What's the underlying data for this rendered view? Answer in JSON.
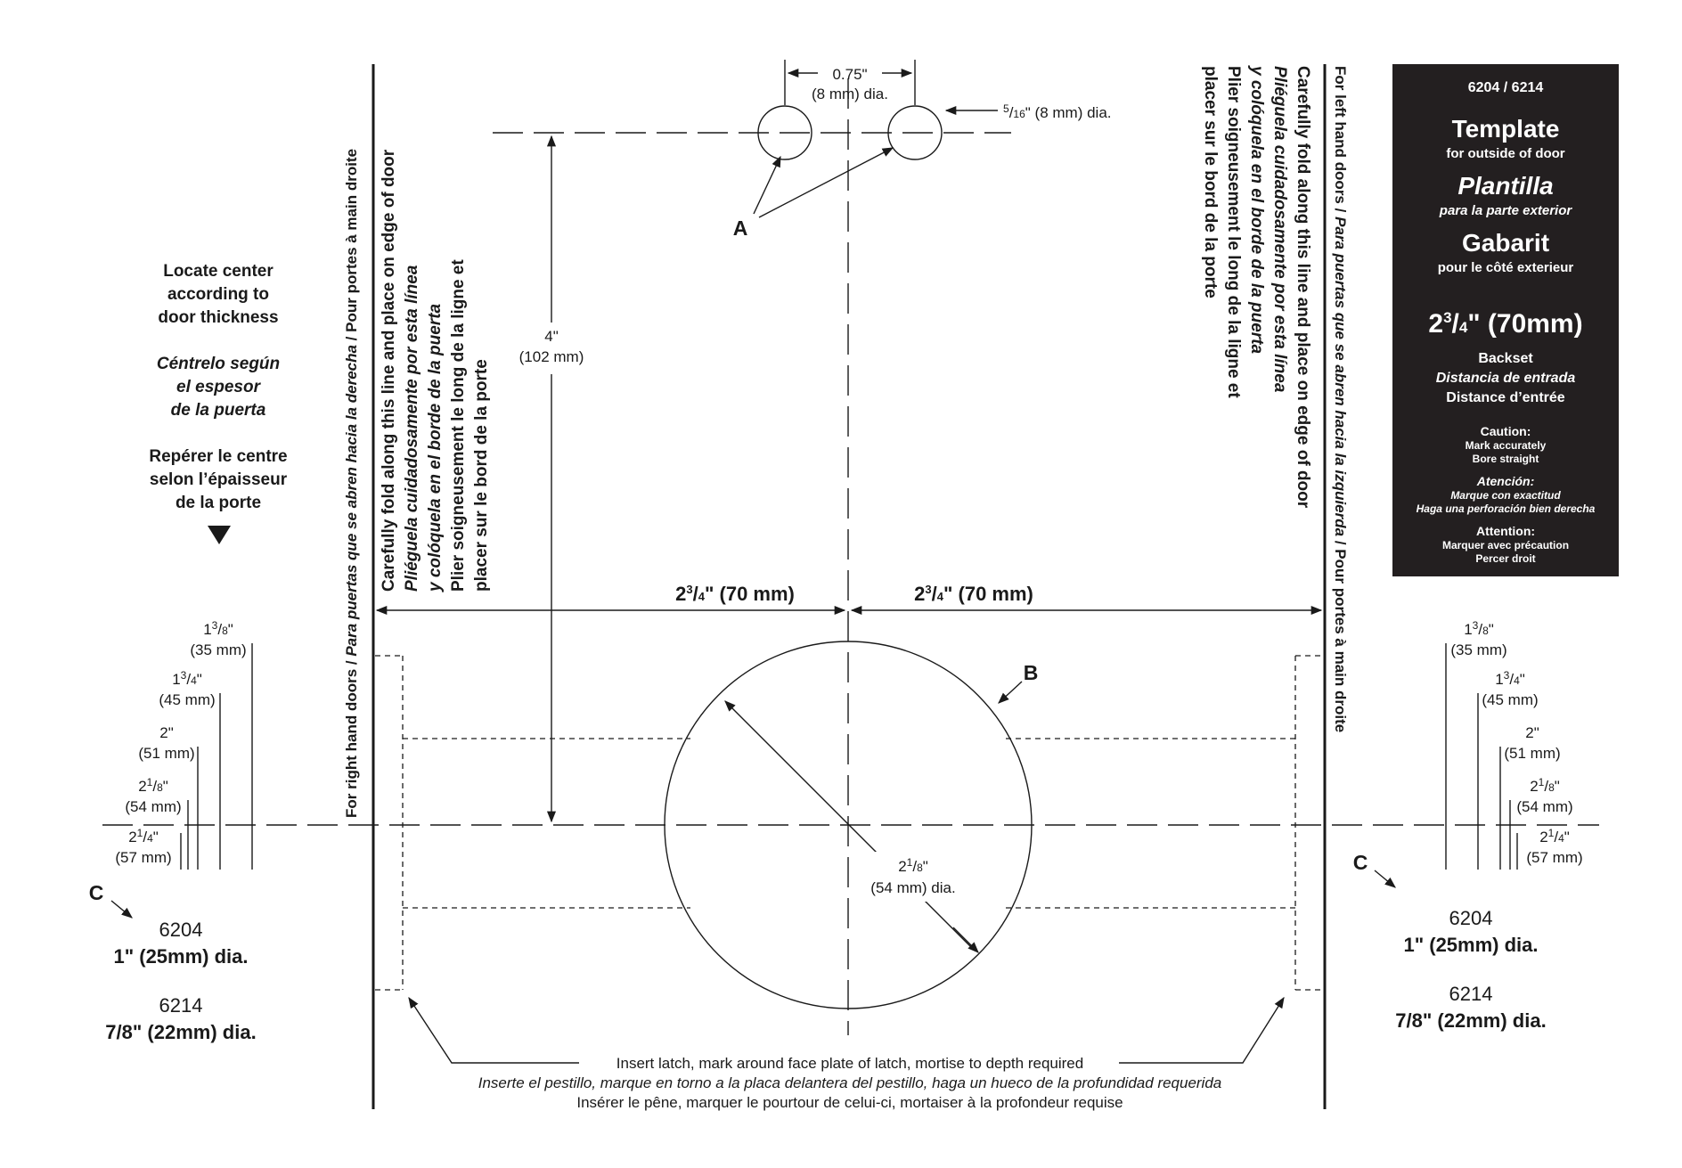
{
  "title_box": {
    "model": "6204 / 6214",
    "template_en": "Template",
    "template_en_sub": "for outside of door",
    "template_es": "Plantilla",
    "template_es_sub": "para la parte exterior",
    "template_fr": "Gabarit",
    "template_fr_sub": "pour le côté exterieur",
    "backset_main": "2",
    "backset_sup": "3",
    "backset_sub": "4",
    "backset_rest": "\" (70mm)",
    "backset_en": "Backset",
    "backset_es": "Distancia de entrada",
    "backset_fr": "Distance d’entrée",
    "caution_en_title": "Caution:",
    "caution_en_1": "Mark accurately",
    "caution_en_2": "Bore straight",
    "caution_es_title": "Atención:",
    "caution_es_1": "Marque con exactitud",
    "caution_es_2": "Haga una perforación bien derecha",
    "caution_fr_title": "Attention:",
    "caution_fr_1": "Marquer avec précaution",
    "caution_fr_2": "Percer droit"
  },
  "locate": {
    "en": [
      "Locate center",
      "according to",
      "door thickness"
    ],
    "es": [
      "Céntrelo según",
      "el espesor",
      "de la puerta"
    ],
    "fr": [
      "Repérer le centre",
      "selon l’épaisseur",
      "de la porte"
    ]
  },
  "fold_left": {
    "side_label_a": "For right hand doors / ",
    "side_label_b": "Para puertas que se abren hacia la derecha",
    "side_label_c": " / Pour portes à main droite",
    "lines": [
      "Carefully fold along this line and place on edge of door",
      "Pliéguela cuidadosamente por esta línea",
      "y colóquela en el borde de la puerta",
      "Plier soigneusement le long de la ligne et",
      "placer sur le bord de la porte"
    ]
  },
  "fold_right": {
    "side_label_a": "For left hand doors / ",
    "side_label_b": "Para puertas que se abren hacia la izquierda",
    "side_label_c": " / Pour portes à main droite",
    "lines": [
      "Carefully fold along this line and place on edge of door",
      "Pliéguela cuidadosamente por esta línea",
      "y colóquela en el borde de la puerta",
      "Plier soigneusement le long de la ligne et",
      "placer sur le bord de la porte"
    ]
  },
  "dims": {
    "spacing_top": "0.75\"",
    "spacing_bottom": "(8 mm) dia.",
    "small_hole_num": "5",
    "small_hole_den": "16",
    "small_hole_rest": "\" (8 mm) dia.",
    "vertical_top": "4\"",
    "vertical_bottom": "(102 mm)",
    "backset_left": "2",
    "backset_left_sup": "3",
    "backset_left_sub": "4",
    "backset_left_rest": "\" (70 mm)",
    "backset_right": "2",
    "backset_right_sup": "3",
    "backset_right_sub": "4",
    "backset_right_rest": "\" (70 mm)",
    "bore_whole": "2",
    "bore_sup": "1",
    "bore_sub": "8",
    "bore_rest": "\"",
    "bore_mm": "(54 mm) dia."
  },
  "markers": {
    "a": "A",
    "b": "B",
    "c_left": "C",
    "c_right": "C"
  },
  "thickness_left": [
    {
      "whole": "1",
      "num": "3",
      "den": "8",
      "mm": "(35 mm)"
    },
    {
      "whole": "1",
      "num": "3",
      "den": "4",
      "mm": "(45 mm)"
    },
    {
      "whole": "2\"",
      "num": "",
      "den": "",
      "mm": "(51 mm)"
    },
    {
      "whole": "2",
      "num": "1",
      "den": "8",
      "mm": "(54 mm)"
    },
    {
      "whole": "2",
      "num": "1",
      "den": "4",
      "mm": "(57 mm)"
    }
  ],
  "thickness_right": [
    {
      "whole": "1",
      "num": "3",
      "den": "8",
      "mm": "(35 mm)"
    },
    {
      "whole": "1",
      "num": "3",
      "den": "4",
      "mm": "(45 mm)"
    },
    {
      "whole": "2\"",
      "num": "",
      "den": "",
      "mm": "(51 mm)"
    },
    {
      "whole": "2",
      "num": "1",
      "den": "8",
      "mm": "(54 mm)"
    },
    {
      "whole": "2",
      "num": "1",
      "den": "4",
      "mm": "(57 mm)"
    }
  ],
  "models_left": {
    "m1": "6204",
    "m1_dia": "1\" (25mm) dia.",
    "m2": "6214",
    "m2_dia": "7/8\" (22mm) dia."
  },
  "models_right": {
    "m1": "6204",
    "m1_dia": "1\" (25mm) dia.",
    "m2": "6214",
    "m2_dia": "7/8\" (22mm) dia."
  },
  "latch_note": {
    "en": "Insert latch, mark around face plate of latch, mortise to depth required",
    "es": "Inserte el pestillo, marque en torno a la placa delantera del pestillo, haga un hueco de la profundidad requerida",
    "fr": "Insérer le pêne, marquer le pourtour de celui-ci, mortaiser à la profondeur requise"
  }
}
